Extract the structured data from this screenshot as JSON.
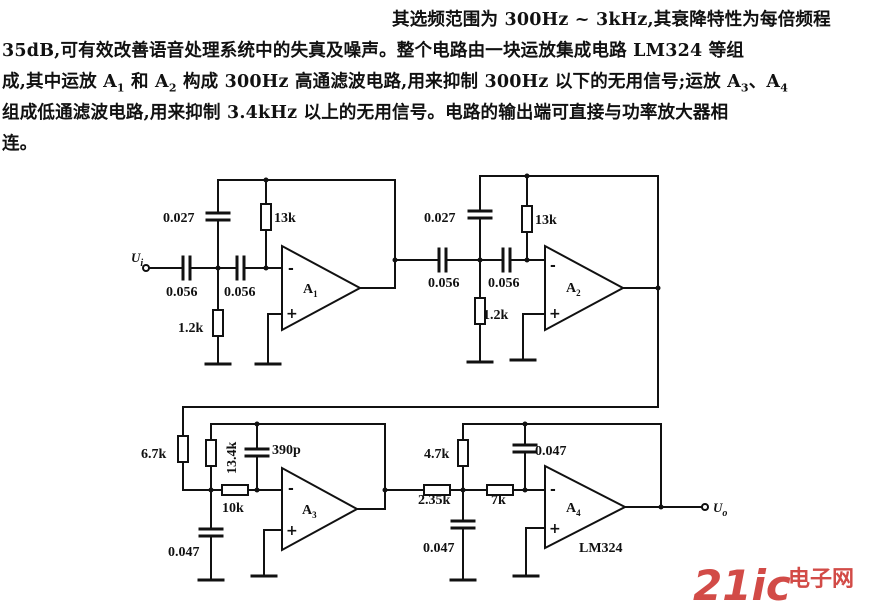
{
  "text": {
    "line1": "其选频范围为 300Hz ~ 3kHz,其衰降特性为每倍频程",
    "line2": "35dB,可有效改善语音处理系统中的失真及噪声。整个电路由一块运放集成电路 LM324 等组",
    "line3_a": "成,其中运放 A",
    "line3_s1": "1",
    "line3_b": " 和 A",
    "line3_s2": "2",
    "line3_c": " 构成 300Hz 高通滤波电路,用来抑制 300Hz 以下的无用信号;运放 A",
    "line3_s3": "3",
    "line3_d": "、A",
    "line3_s4": "4",
    "line4": "组成低通滤波电路,用来抑制 3.4kHz 以上的无用信号。电路的输出端可直接与功率放大器相",
    "line5": "连。"
  },
  "circuit": {
    "input": {
      "main": "U",
      "sub": "i"
    },
    "output": {
      "main": "U",
      "sub": "o"
    },
    "stage1": {
      "c_top": "0.027",
      "r_top": "13k",
      "c_in1": "0.056",
      "c_in2": "0.056",
      "r_gnd": "1.2k",
      "amp": "A",
      "amp_sub": "1"
    },
    "stage2": {
      "c_top": "0.027",
      "r_top": "13k",
      "c_in1": "0.056",
      "c_in2": "0.056",
      "r_gnd": "1.2k",
      "amp": "A",
      "amp_sub": "2"
    },
    "stage3": {
      "r_left": "6.7k",
      "r_fb": "13.4k",
      "c_fb": "390p",
      "r_in": "10k",
      "c_gnd": "0.047",
      "amp": "A",
      "amp_sub": "3"
    },
    "stage4": {
      "r_fb": "4.7k",
      "c_fb": "0.047",
      "r_in1": "2.35k",
      "r_in2": "7k",
      "c_gnd": "0.047",
      "amp": "A",
      "amp_sub": "4",
      "ic": "LM324"
    },
    "minus": "-",
    "plus": "+"
  },
  "watermark": {
    "num": "21ic",
    "cn": "电子网"
  },
  "colors": {
    "ink": "#111111",
    "watermark": "#d24b47"
  }
}
